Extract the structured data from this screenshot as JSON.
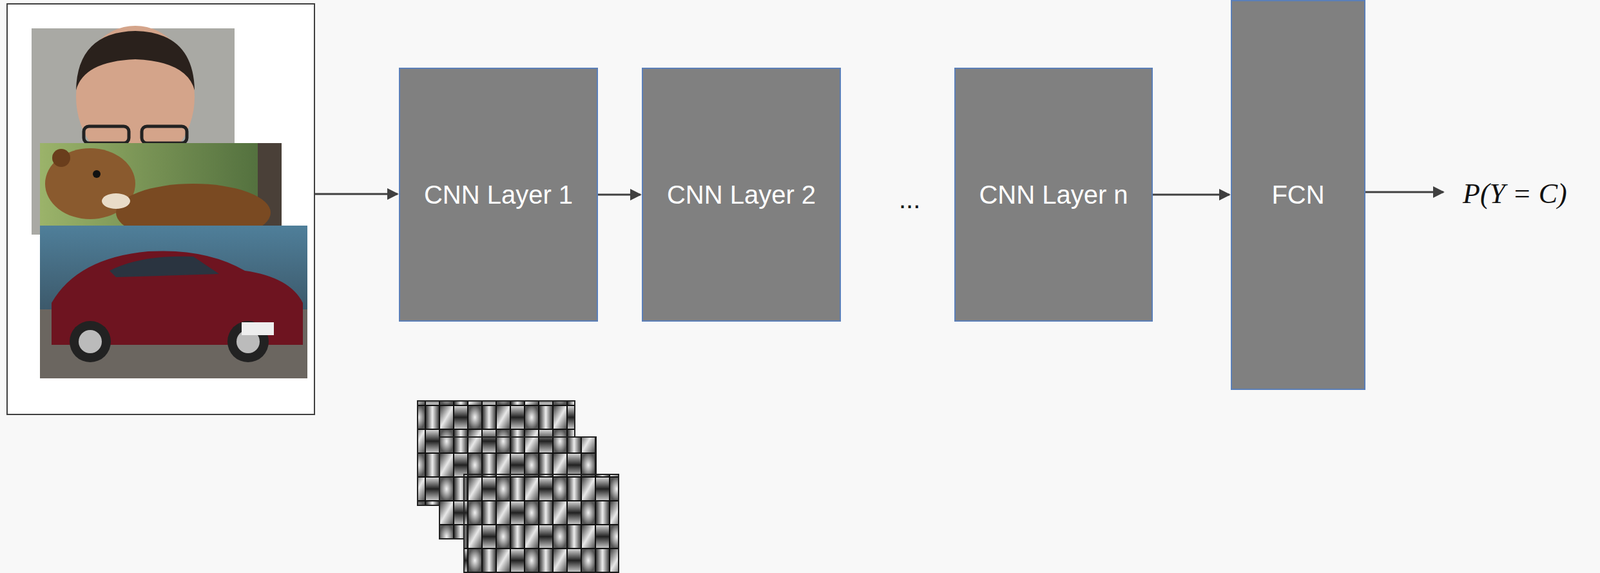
{
  "diagram": {
    "nodes": [
      {
        "text": [
          "CNN Layer 1"
        ]
      },
      {
        "text": [
          "CNN Layer 2"
        ]
      },
      {
        "text": [
          "CNN Layer n"
        ]
      },
      {
        "text": [
          "FCN"
        ]
      }
    ],
    "edges": [
      {
        "from": 0,
        "to": 1,
        "arrow": "to"
      },
      {
        "from": 2,
        "to": 3,
        "arrow": "to"
      }
    ],
    "labels": [
      "...",
      "P(Y = C)"
    ]
  }
}
